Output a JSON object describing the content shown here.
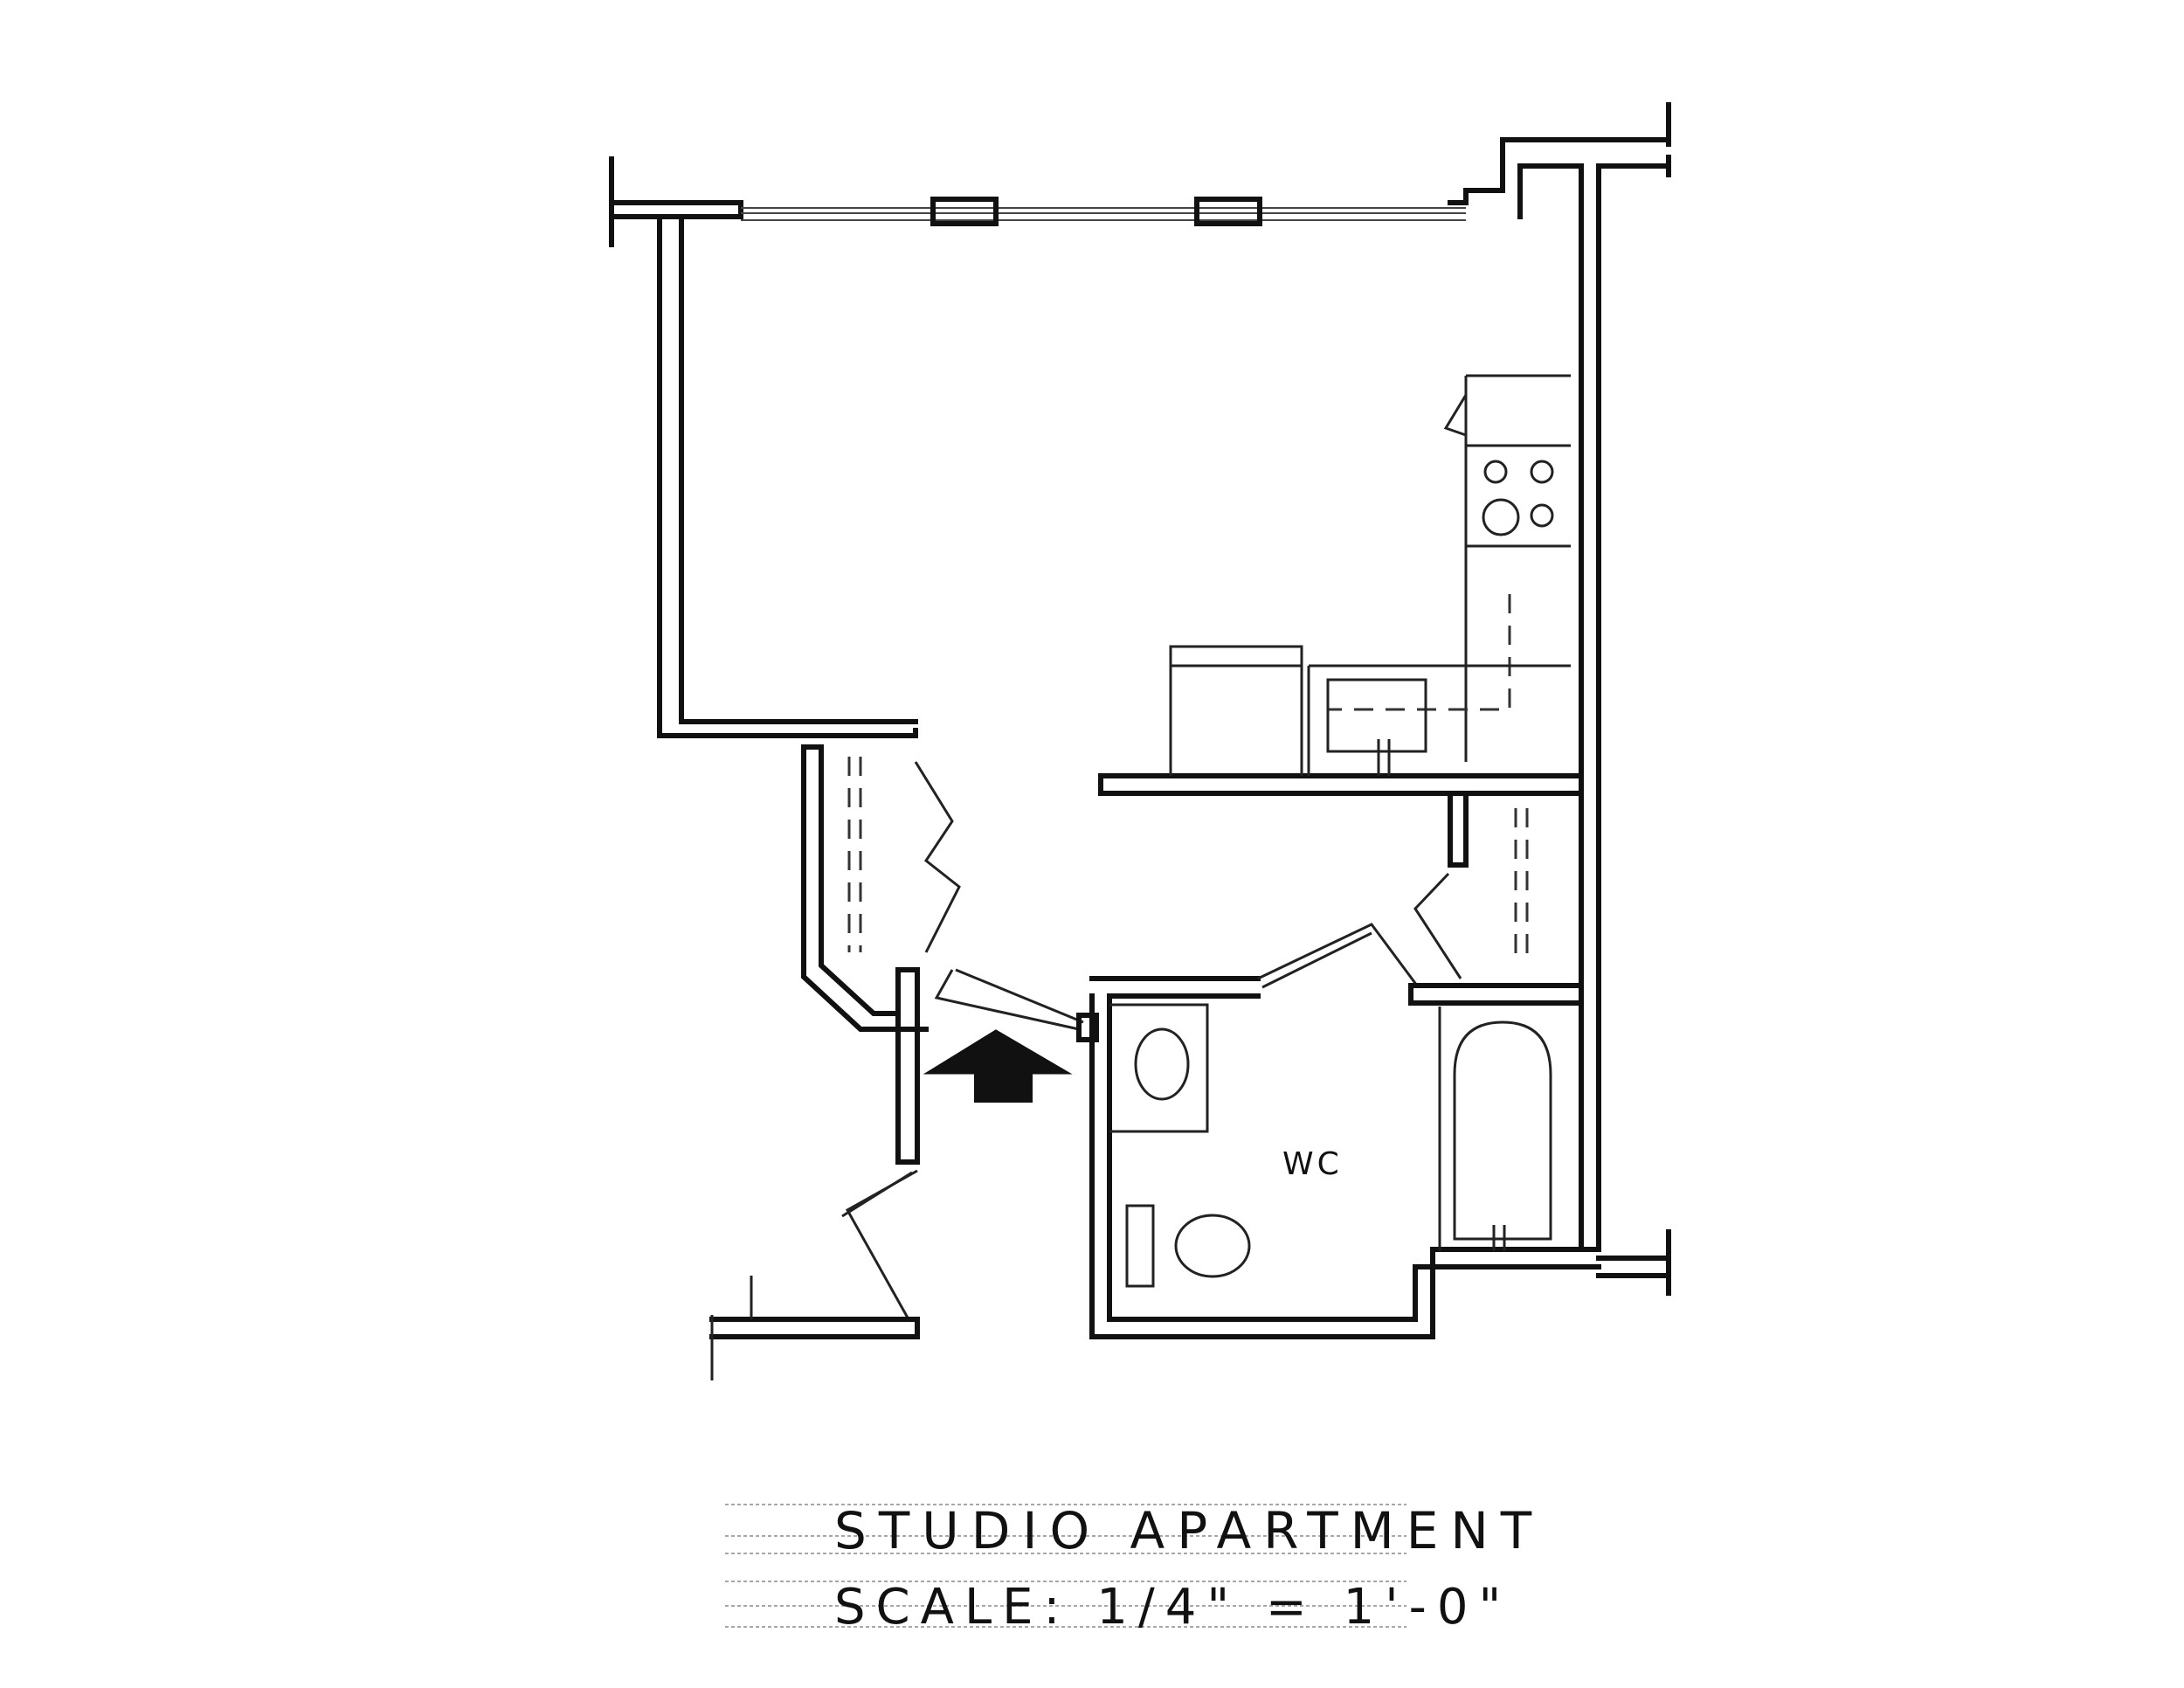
{
  "rooms": {
    "wc_label": "WC"
  },
  "title_block": {
    "title": "STUDIO APARTMENT",
    "scale": "SCALE: 1/4\" = 1'-0\""
  },
  "colors": {
    "ink": "#111111",
    "paper": "#ffffff",
    "guide": "#8a8a8a"
  },
  "icons": {
    "entry": "entry-arrow-icon",
    "range": "stove-burners-icon",
    "sink": "kitchen-sink-icon",
    "bathtub": "bathtub-icon",
    "toilet": "toilet-icon",
    "lavatory": "lavatory-sink-icon"
  }
}
